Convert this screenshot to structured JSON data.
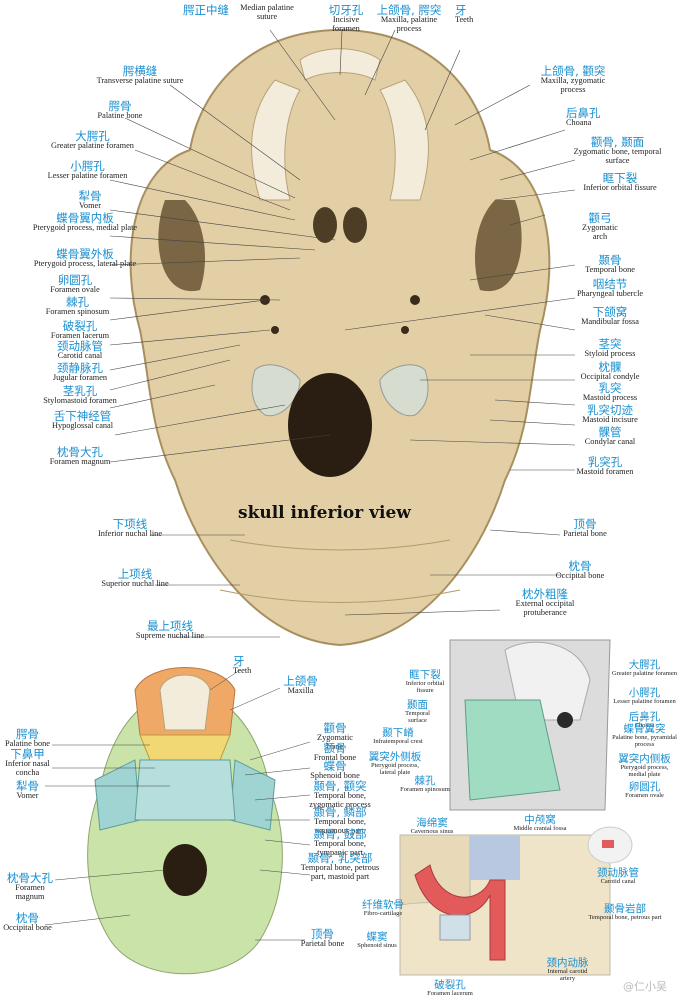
{
  "main": {
    "title": "skull inferior view",
    "labels": [
      {
        "id": "palatine-suture-cn",
        "cn": "腭正中缝",
        "en": ""
      },
      {
        "id": "median-palatine-suture",
        "cn": "",
        "en": "Median palatine suture"
      },
      {
        "id": "incisive-foramen",
        "cn": "切牙孔",
        "en": "Incisive foramen"
      },
      {
        "id": "maxilla-palatine-process",
        "cn": "上颌骨, 腭突",
        "en": "Maxilla, palatine process"
      },
      {
        "id": "teeth",
        "cn": "牙",
        "en": "Teeth"
      },
      {
        "id": "transverse-palatine-suture",
        "cn": "腭横缝",
        "en": "Transverse palatine suture"
      },
      {
        "id": "maxilla-zygomatic-process",
        "cn": "上颌骨, 颧突",
        "en": "Maxilla, zygomatic process"
      },
      {
        "id": "palatine-bone",
        "cn": "腭骨",
        "en": "Palatine bone"
      },
      {
        "id": "choana",
        "cn": "后鼻孔",
        "en": "Choana"
      },
      {
        "id": "greater-palatine-foramen",
        "cn": "大腭孔",
        "en": "Greater palatine foramen"
      },
      {
        "id": "zygomatic-bone-temporal-surface",
        "cn": "颧骨, 颞面",
        "en": "Zygomatic bone, temporal surface"
      },
      {
        "id": "lesser-palatine-foramen",
        "cn": "小腭孔",
        "en": "Lesser palatine foramen"
      },
      {
        "id": "inferior-orbital-fissure",
        "cn": "眶下裂",
        "en": "Inferior orbital fissure"
      },
      {
        "id": "vomer",
        "cn": "犁骨",
        "en": "Vomer"
      },
      {
        "id": "pterygoid-medial-plate",
        "cn": "蝶骨翼内板",
        "en": "Pterygoid process, medial plate"
      },
      {
        "id": "zygomatic-arch",
        "cn": "颧弓",
        "en": "Zygomatic arch"
      },
      {
        "id": "pterygoid-lateral-plate",
        "cn": "蝶骨翼外板",
        "en": "Pterygoid process, lateral plate"
      },
      {
        "id": "temporal-bone",
        "cn": "颞骨",
        "en": "Temporal bone"
      },
      {
        "id": "pharyngeal-tubercle",
        "cn": "咽结节",
        "en": "Pharyngeal tubercle"
      },
      {
        "id": "foramen-ovale",
        "cn": "卵圆孔",
        "en": "Foramen ovale"
      },
      {
        "id": "foramen-spinosum",
        "cn": "棘孔",
        "en": "Foramen spinosum"
      },
      {
        "id": "mandibular-fossa",
        "cn": "下颌窝",
        "en": "Mandibular fossa"
      },
      {
        "id": "foramen-lacerum",
        "cn": "破裂孔",
        "en": "Foramen lacerum"
      },
      {
        "id": "carotid-canal",
        "cn": "颈动脉管",
        "en": "Carotid canal"
      },
      {
        "id": "styloid-process",
        "cn": "茎突",
        "en": "Styloid process"
      },
      {
        "id": "jugular-foramen",
        "cn": "颈静脉孔",
        "en": "Jugular foramen"
      },
      {
        "id": "occipital-condyle",
        "cn": "枕髁",
        "en": "Occipital condyle"
      },
      {
        "id": "stylomastoid-foramen",
        "cn": "茎乳孔",
        "en": "Stylomastoid foramen"
      },
      {
        "id": "mastoid-process",
        "cn": "乳突",
        "en": "Mastoid process"
      },
      {
        "id": "mastoid-incisure",
        "cn": "乳突切迹",
        "en": "Mastoid incisure"
      },
      {
        "id": "hypoglossal-canal",
        "cn": "舌下神经管",
        "en": "Hypoglossal canal"
      },
      {
        "id": "condylar-canal",
        "cn": "髁管",
        "en": "Condylar canal"
      },
      {
        "id": "foramen-magnum",
        "cn": "枕骨大孔",
        "en": "Foramen magnum"
      },
      {
        "id": "mastoid-foramen",
        "cn": "乳突孔",
        "en": "Mastoid foramen"
      },
      {
        "id": "inferior-nuchal-line",
        "cn": "下项线",
        "en": "Inferior nuchal line"
      },
      {
        "id": "parietal-bone",
        "cn": "顶骨",
        "en": "Parietal bone"
      },
      {
        "id": "superior-nuchal-line",
        "cn": "上项线",
        "en": "Superior nuchal line"
      },
      {
        "id": "occipital-bone",
        "cn": "枕骨",
        "en": "Occipital bone"
      },
      {
        "id": "external-occipital-protuberance",
        "cn": "枕外粗隆",
        "en": "External occipital protuberance"
      },
      {
        "id": "supreme-nuchal-line",
        "cn": "最上项线",
        "en": "Supreme nuchal line"
      }
    ]
  },
  "colored": {
    "labels": [
      {
        "id": "teeth2",
        "cn": "牙",
        "en": "Teeth"
      },
      {
        "id": "maxilla2",
        "cn": "上颌骨",
        "en": "Maxilla"
      },
      {
        "id": "palatine-bone2",
        "cn": "腭骨",
        "en": "Palatine bone"
      },
      {
        "id": "inferior-nasal-concha",
        "cn": "下鼻甲",
        "en": "Inferior nasal concha"
      },
      {
        "id": "vomer2",
        "cn": "犁骨",
        "en": "Vomer"
      },
      {
        "id": "zygomatic-bone2",
        "cn": "颧骨",
        "en": "Zygomatic bone"
      },
      {
        "id": "frontal-bone2",
        "cn": "额骨",
        "en": "Frontal bone"
      },
      {
        "id": "sphenoid-bone2",
        "cn": "蝶骨",
        "en": "Sphenoid bone"
      },
      {
        "id": "temporal-zygomatic-process",
        "cn": "颞骨, 颧突",
        "en": "Temporal bone, zygomatic process"
      },
      {
        "id": "temporal-squamous",
        "cn": "颞骨, 鳞部",
        "en": "Temporal bone, squamous part"
      },
      {
        "id": "temporal-tympanic",
        "cn": "颞骨, 鼓部",
        "en": "Temporal bone, tympanic part"
      },
      {
        "id": "temporal-petrous-mastoid",
        "cn": "颞骨, 乳突部",
        "en": "Temporal bone, petrous part, mastoid part"
      },
      {
        "id": "foramen-magnum2",
        "cn": "枕骨大孔",
        "en": "Foramen magnum"
      },
      {
        "id": "occipital-bone2",
        "cn": "枕骨",
        "en": "Occipital bone"
      },
      {
        "id": "parietal-bone2",
        "cn": "顶骨",
        "en": "Parietal bone"
      }
    ]
  },
  "detail": {
    "labels": [
      {
        "id": "inferior-orbital-fissure3",
        "cn": "眶下裂",
        "en": "Inferior orbital fissure"
      },
      {
        "id": "temporal-surface3",
        "cn": "颞面",
        "en": "Temporal surface"
      },
      {
        "id": "infratemporal-crest",
        "cn": "颞下嵴",
        "en": "Infratemporal crest"
      },
      {
        "id": "pterygoid-lateral3",
        "cn": "翼突外侧板",
        "en": "Pterygoid process, lateral plate"
      },
      {
        "id": "foramen-spinosum3",
        "cn": "棘孔",
        "en": "Foramen spinosum"
      },
      {
        "id": "greater-palatine3",
        "cn": "大腭孔",
        "en": "Greater palatine foramen"
      },
      {
        "id": "lesser-palatine3",
        "cn": "小腭孔",
        "en": "Lesser palatine foramen"
      },
      {
        "id": "choana3",
        "cn": "后鼻孔",
        "en": "Choana"
      },
      {
        "id": "palatine-pyramidal3",
        "cn": "蝶骨翼突",
        "en": "Palatine bone, pyramidal process"
      },
      {
        "id": "pterygoid-medial3",
        "cn": "翼突内侧板",
        "en": "Pterygoid process, medial plate"
      },
      {
        "id": "foramen-ovale3",
        "cn": "卵圆孔",
        "en": "Foramen ovale"
      }
    ]
  },
  "section": {
    "labels": [
      {
        "id": "cavernous-sinus",
        "cn": "海绵窦",
        "en": "Cavernous sinus"
      },
      {
        "id": "middle-cranial-fossa",
        "cn": "中颅窝",
        "en": "Middle cranial fossa"
      },
      {
        "id": "carotid-canal4",
        "cn": "颈动脉管",
        "en": "Carotid canal"
      },
      {
        "id": "temporal-petrous4",
        "cn": "颞骨岩部",
        "en": "Temporal bone, petrous part"
      },
      {
        "id": "fibrocartilage",
        "cn": "纤维软骨",
        "en": "Fibro-cartilage"
      },
      {
        "id": "sphenoid-sinus",
        "cn": "蝶窦",
        "en": "Sphenoid sinus"
      },
      {
        "id": "foramen-lacerum4",
        "cn": "破裂孔",
        "en": "Foramen lacerum"
      },
      {
        "id": "internal-carotid",
        "cn": "颈内动脉",
        "en": "Internal carotid artery"
      }
    ]
  },
  "watermark": "@仁小吴",
  "colors": {
    "label_cn": "#1a8fd0",
    "bone": "#e3cfa5",
    "maxilla": "#f0a867",
    "palatine": "#f2d875",
    "sphenoid": "#9fd4d2",
    "occipital": "#c9e3a8",
    "artery": "#e35a5a"
  }
}
